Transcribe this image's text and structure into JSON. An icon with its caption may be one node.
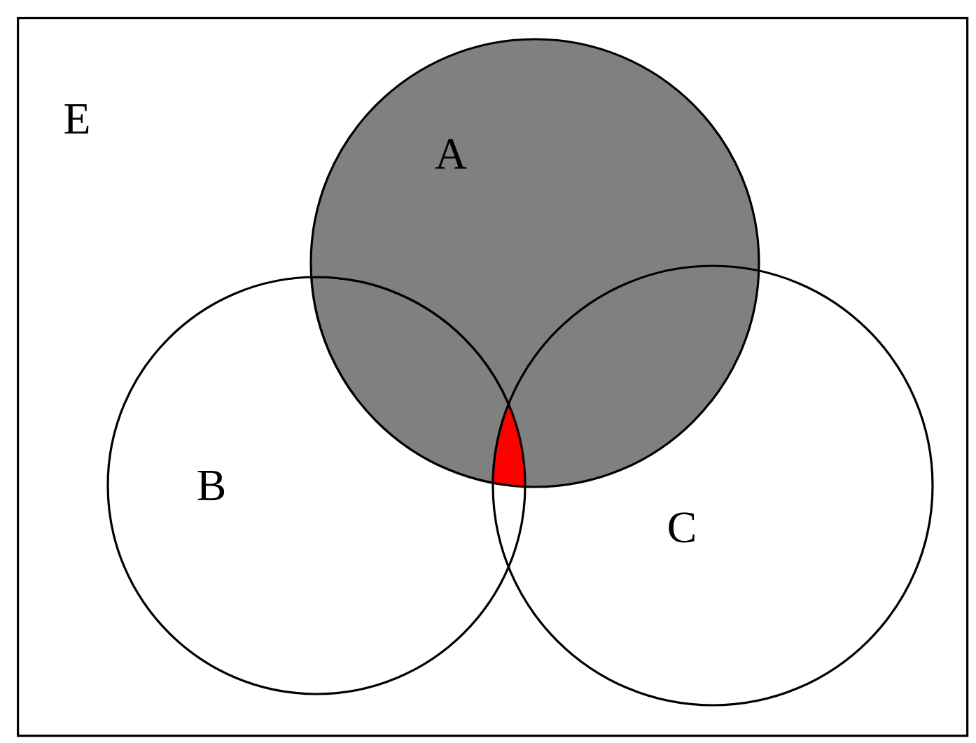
{
  "diagram": {
    "nodes": [
      {
        "text": [
          "E"
        ]
      },
      {
        "text": [
          "A"
        ],
        "in": 0
      },
      {
        "text": [
          "B"
        ],
        "in": 0
      },
      {
        "text": [
          "C"
        ],
        "in": 0
      }
    ]
  }
}
